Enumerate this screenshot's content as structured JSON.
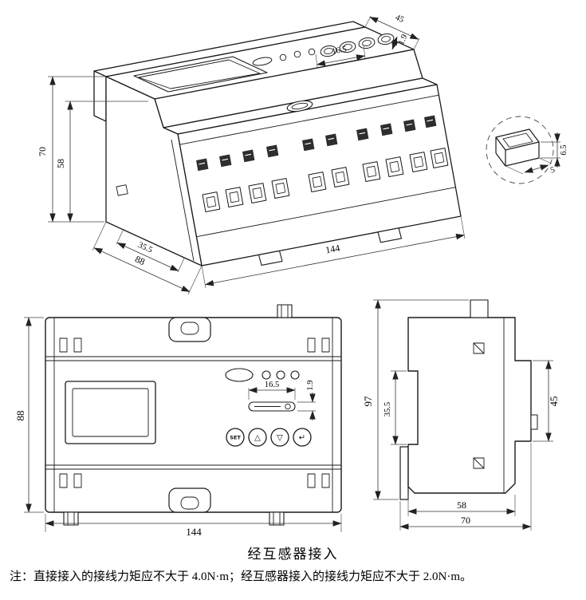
{
  "drawing": {
    "caption": "经互感器接入",
    "note": "注：直接接入的接线力矩应不大于 4.0N·m；经互感器接入的接线力矩应不大于 2.0N·m。"
  },
  "isometric_view": {
    "dims": {
      "length": "144",
      "depth": "88",
      "total_height": "70",
      "body_height": "58",
      "rail_slot_width": "35.5",
      "top_face_depth": "45",
      "window_width": "16.5",
      "window_height": "1.9"
    }
  },
  "connector_detail": {
    "dims": {
      "height": "6.5",
      "depth": "5"
    }
  },
  "front_view": {
    "dims": {
      "height": "88",
      "length": "144",
      "window_width": "16.5",
      "window_height": "1.9"
    },
    "buttons": [
      "SET",
      "△",
      "▽",
      "↵"
    ]
  },
  "side_view": {
    "dims": {
      "total_height": "97",
      "rail_slot_width": "35.5",
      "front_section_height": "45",
      "body_depth": "58",
      "total_depth": "70"
    }
  }
}
